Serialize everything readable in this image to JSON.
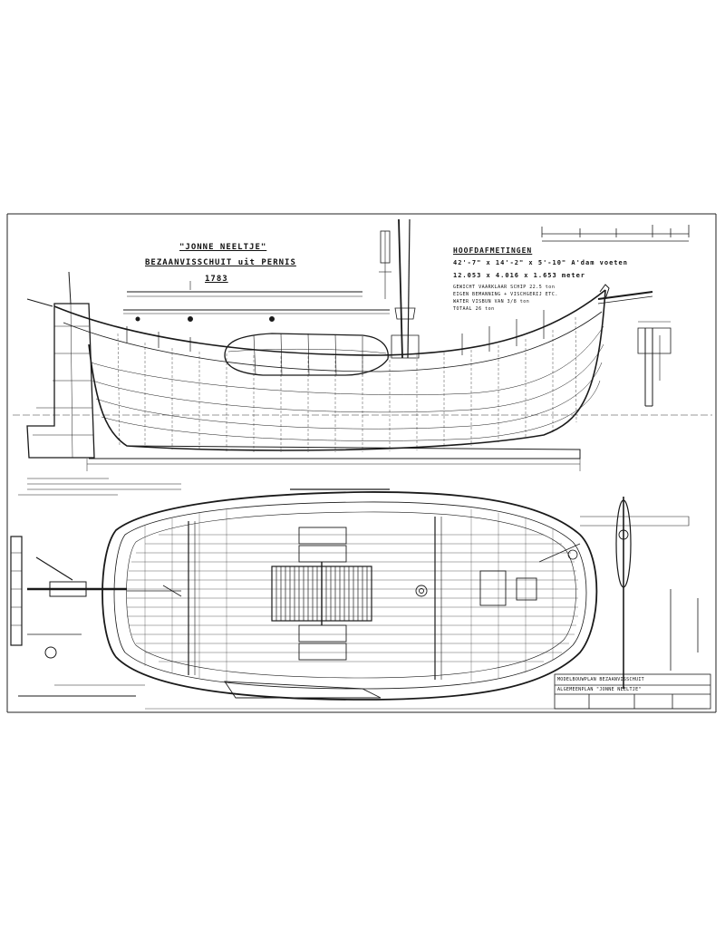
{
  "title": {
    "name": "\"JONNE NEELTJE\"",
    "type": "BEZAANVISSCHUIT uit PERNIS",
    "year": "1783"
  },
  "specs": {
    "heading": "HOOFDAFMETINGEN",
    "dims_feet": "42'-7\" x 14'-2\" x 5'-10\" A'dam voeten",
    "dims_metric": "12.053 x 4.016 x 1.653 meter",
    "notes": [
      "GEWICHT VAARKLAAR SCHIP 22.5 ton",
      "EIGEN BEMANNING + VISCHGERIJ ETC.",
      "WATER VISBUN VAN 3/8 ton",
      "TOTAAL 26 ton"
    ]
  },
  "title_block": {
    "line1": "MODELBOUWPLAN BEZAANVISSCHUIT",
    "line2": "ALGEMEENPLAN \"JONNE NEELTJE\""
  },
  "colors": {
    "ink": "#1a1a1a",
    "paper": "#ffffff"
  }
}
